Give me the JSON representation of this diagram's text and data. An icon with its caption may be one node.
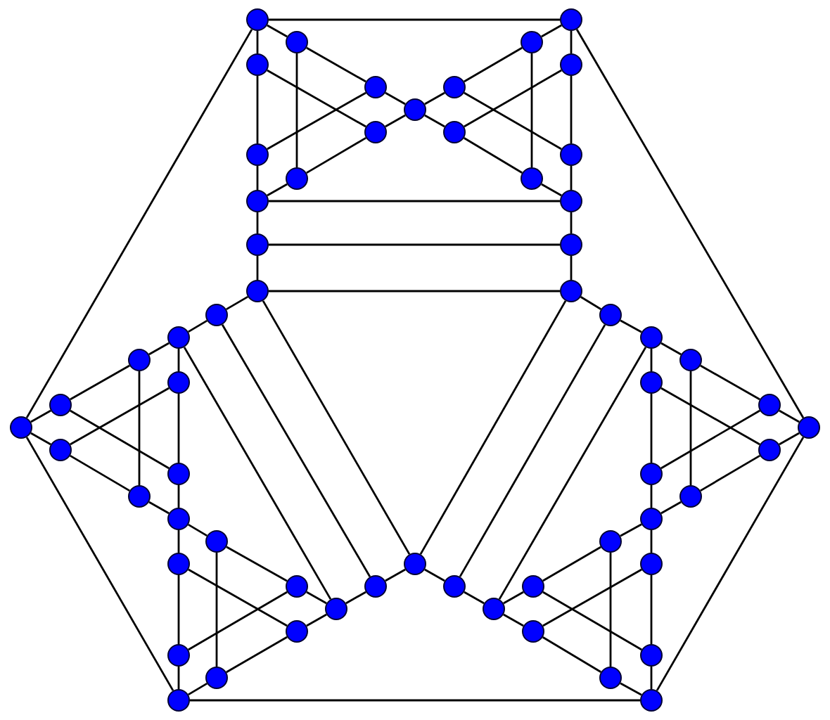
{
  "diagram": {
    "nodes": [
      {
        "text": [],
        "shape": "circle"
      },
      {
        "text": [],
        "shape": "circle"
      },
      {
        "text": [],
        "shape": "circle"
      },
      {
        "text": [],
        "shape": "circle"
      },
      {
        "text": [],
        "shape": "circle"
      },
      {
        "text": [],
        "shape": "circle"
      },
      {
        "text": [],
        "shape": "circle"
      },
      {
        "text": [],
        "shape": "circle"
      },
      {
        "text": [],
        "shape": "circle"
      },
      {
        "text": [],
        "shape": "circle"
      },
      {
        "text": [],
        "shape": "circle"
      },
      {
        "text": [],
        "shape": "circle"
      },
      {
        "text": [],
        "shape": "circle"
      },
      {
        "text": [],
        "shape": "circle"
      },
      {
        "text": [],
        "shape": "circle"
      },
      {
        "text": [],
        "shape": "circle"
      },
      {
        "text": [],
        "shape": "circle"
      },
      {
        "text": [],
        "shape": "circle"
      },
      {
        "text": [],
        "shape": "circle"
      },
      {
        "text": [],
        "shape": "circle"
      },
      {
        "text": [],
        "shape": "circle"
      },
      {
        "text": [],
        "shape": "circle"
      },
      {
        "text": [],
        "shape": "circle"
      },
      {
        "text": [],
        "shape": "circle"
      },
      {
        "text": [],
        "shape": "circle"
      },
      {
        "text": [],
        "shape": "circle"
      },
      {
        "text": [],
        "shape": "circle"
      },
      {
        "text": [],
        "shape": "circle"
      },
      {
        "text": [],
        "shape": "circle"
      },
      {
        "text": [],
        "shape": "circle"
      },
      {
        "text": [],
        "shape": "circle"
      },
      {
        "text": [],
        "shape": "circle"
      },
      {
        "text": [],
        "shape": "circle"
      },
      {
        "text": [],
        "shape": "circle"
      },
      {
        "text": [],
        "shape": "circle"
      },
      {
        "text": [],
        "shape": "circle"
      },
      {
        "text": [],
        "shape": "circle"
      },
      {
        "text": [],
        "shape": "circle"
      },
      {
        "text": [],
        "shape": "circle"
      },
      {
        "text": [],
        "shape": "circle"
      },
      {
        "text": [],
        "shape": "circle"
      },
      {
        "text": [],
        "shape": "circle"
      },
      {
        "text": [],
        "shape": "circle"
      },
      {
        "text": [],
        "shape": "circle"
      },
      {
        "text": [],
        "shape": "circle"
      },
      {
        "text": [],
        "shape": "circle"
      },
      {
        "text": [],
        "shape": "circle"
      },
      {
        "text": [],
        "shape": "circle"
      },
      {
        "text": [],
        "shape": "circle"
      },
      {
        "text": [],
        "shape": "circle"
      },
      {
        "text": [],
        "shape": "circle"
      },
      {
        "text": [],
        "shape": "circle"
      },
      {
        "text": [],
        "shape": "circle"
      },
      {
        "text": [],
        "shape": "circle"
      },
      {
        "text": [],
        "shape": "circle"
      },
      {
        "text": [],
        "shape": "circle"
      },
      {
        "text": [],
        "shape": "circle"
      },
      {
        "text": [],
        "shape": "circle"
      },
      {
        "text": [],
        "shape": "circle"
      },
      {
        "text": [],
        "shape": "circle"
      }
    ],
    "edges": [
      {
        "from": 0,
        "to": 1,
        "arrow": "none"
      },
      {
        "from": 0,
        "to": 2,
        "arrow": "none"
      },
      {
        "from": 0,
        "to": 4,
        "arrow": "none"
      },
      {
        "from": 2,
        "to": 6,
        "arrow": "none"
      },
      {
        "from": 2,
        "to": 13,
        "arrow": "none"
      },
      {
        "from": 6,
        "to": 8,
        "arrow": "none"
      },
      {
        "from": 4,
        "to": 9,
        "arrow": "none"
      },
      {
        "from": 6,
        "to": 11,
        "arrow": "none"
      },
      {
        "from": 9,
        "to": 8,
        "arrow": "none"
      },
      {
        "from": 9,
        "to": 13,
        "arrow": "none"
      },
      {
        "from": 8,
        "to": 7,
        "arrow": "none"
      },
      {
        "from": 8,
        "to": 10,
        "arrow": "none"
      },
      {
        "from": 7,
        "to": 3,
        "arrow": "none"
      },
      {
        "from": 7,
        "to": 12,
        "arrow": "none"
      },
      {
        "from": 10,
        "to": 5,
        "arrow": "none"
      },
      {
        "from": 10,
        "to": 14,
        "arrow": "none"
      },
      {
        "from": 3,
        "to": 1,
        "arrow": "none"
      },
      {
        "from": 3,
        "to": 14,
        "arrow": "none"
      },
      {
        "from": 1,
        "to": 5,
        "arrow": "none"
      },
      {
        "from": 4,
        "to": 11,
        "arrow": "none"
      },
      {
        "from": 11,
        "to": 15,
        "arrow": "none"
      },
      {
        "from": 15,
        "to": 17,
        "arrow": "none"
      },
      {
        "from": 17,
        "to": 19,
        "arrow": "none"
      },
      {
        "from": 5,
        "to": 12,
        "arrow": "none"
      },
      {
        "from": 12,
        "to": 16,
        "arrow": "none"
      },
      {
        "from": 16,
        "to": 18,
        "arrow": "none"
      },
      {
        "from": 18,
        "to": 20,
        "arrow": "none"
      },
      {
        "from": 13,
        "to": 15,
        "arrow": "none"
      },
      {
        "from": 14,
        "to": 16,
        "arrow": "none"
      },
      {
        "from": 15,
        "to": 16,
        "arrow": "none"
      },
      {
        "from": 17,
        "to": 18,
        "arrow": "none"
      },
      {
        "from": 19,
        "to": 20,
        "arrow": "none"
      },
      {
        "from": 19,
        "to": 21,
        "arrow": "none"
      },
      {
        "from": 21,
        "to": 23,
        "arrow": "none"
      },
      {
        "from": 23,
        "to": 25,
        "arrow": "none"
      },
      {
        "from": 25,
        "to": 29,
        "arrow": "none"
      },
      {
        "from": 29,
        "to": 31,
        "arrow": "none"
      },
      {
        "from": 31,
        "to": 33,
        "arrow": "none"
      },
      {
        "from": 33,
        "to": 37,
        "arrow": "none"
      },
      {
        "from": 37,
        "to": 39,
        "arrow": "none"
      },
      {
        "from": 39,
        "to": 41,
        "arrow": "none"
      },
      {
        "from": 41,
        "to": 46,
        "arrow": "none"
      },
      {
        "from": 46,
        "to": 50,
        "arrow": "none"
      },
      {
        "from": 50,
        "to": 47,
        "arrow": "none"
      },
      {
        "from": 47,
        "to": 44,
        "arrow": "none"
      },
      {
        "from": 23,
        "to": 27,
        "arrow": "none"
      },
      {
        "from": 27,
        "to": 35,
        "arrow": "none"
      },
      {
        "from": 35,
        "to": 39,
        "arrow": "none"
      },
      {
        "from": 39,
        "to": 43,
        "arrow": "none"
      },
      {
        "from": 43,
        "to": 54,
        "arrow": "none"
      },
      {
        "from": 54,
        "to": 58,
        "arrow": "none"
      },
      {
        "from": 25,
        "to": 37,
        "arrow": "none"
      },
      {
        "from": 41,
        "to": 56,
        "arrow": "none"
      },
      {
        "from": 29,
        "to": 35,
        "arrow": "none"
      },
      {
        "from": 33,
        "to": 27,
        "arrow": "none"
      },
      {
        "from": 43,
        "to": 52,
        "arrow": "none"
      },
      {
        "from": 54,
        "to": 46,
        "arrow": "none"
      },
      {
        "from": 50,
        "to": 52,
        "arrow": "none"
      },
      {
        "from": 52,
        "to": 56,
        "arrow": "none"
      },
      {
        "from": 56,
        "to": 58,
        "arrow": "none"
      },
      {
        "from": 23,
        "to": 50,
        "arrow": "none"
      },
      {
        "from": 21,
        "to": 47,
        "arrow": "none"
      },
      {
        "from": 19,
        "to": 44,
        "arrow": "none"
      },
      {
        "from": 31,
        "to": 0,
        "arrow": "none"
      },
      {
        "from": 31,
        "to": 58,
        "arrow": "none"
      },
      {
        "from": 58,
        "to": 59,
        "arrow": "none"
      },
      {
        "from": 44,
        "to": 48,
        "arrow": "none"
      },
      {
        "from": 44,
        "to": 20,
        "arrow": "none"
      },
      {
        "from": 20,
        "to": 22,
        "arrow": "none"
      },
      {
        "from": 22,
        "to": 24,
        "arrow": "none"
      },
      {
        "from": 24,
        "to": 26,
        "arrow": "none"
      },
      {
        "from": 26,
        "to": 30,
        "arrow": "none"
      },
      {
        "from": 30,
        "to": 32,
        "arrow": "none"
      },
      {
        "from": 32,
        "to": 34,
        "arrow": "none"
      },
      {
        "from": 34,
        "to": 38,
        "arrow": "none"
      },
      {
        "from": 38,
        "to": 40,
        "arrow": "none"
      },
      {
        "from": 40,
        "to": 42,
        "arrow": "none"
      },
      {
        "from": 42,
        "to": 49,
        "arrow": "none"
      },
      {
        "from": 49,
        "to": 51,
        "arrow": "none"
      },
      {
        "from": 51,
        "to": 48,
        "arrow": "none"
      },
      {
        "from": 24,
        "to": 28,
        "arrow": "none"
      },
      {
        "from": 28,
        "to": 36,
        "arrow": "none"
      },
      {
        "from": 36,
        "to": 40,
        "arrow": "none"
      },
      {
        "from": 40,
        "to": 45,
        "arrow": "none"
      },
      {
        "from": 45,
        "to": 55,
        "arrow": "none"
      },
      {
        "from": 55,
        "to": 59,
        "arrow": "none"
      },
      {
        "from": 26,
        "to": 38,
        "arrow": "none"
      },
      {
        "from": 42,
        "to": 57,
        "arrow": "none"
      },
      {
        "from": 30,
        "to": 36,
        "arrow": "none"
      },
      {
        "from": 34,
        "to": 28,
        "arrow": "none"
      },
      {
        "from": 45,
        "to": 53,
        "arrow": "none"
      },
      {
        "from": 55,
        "to": 49,
        "arrow": "none"
      },
      {
        "from": 51,
        "to": 53,
        "arrow": "none"
      },
      {
        "from": 53,
        "to": 57,
        "arrow": "none"
      },
      {
        "from": 57,
        "to": 59,
        "arrow": "none"
      },
      {
        "from": 24,
        "to": 51,
        "arrow": "none"
      },
      {
        "from": 22,
        "to": 48,
        "arrow": "none"
      },
      {
        "from": 32,
        "to": 1,
        "arrow": "none"
      },
      {
        "from": 32,
        "to": 59,
        "arrow": "none"
      }
    ]
  }
}
